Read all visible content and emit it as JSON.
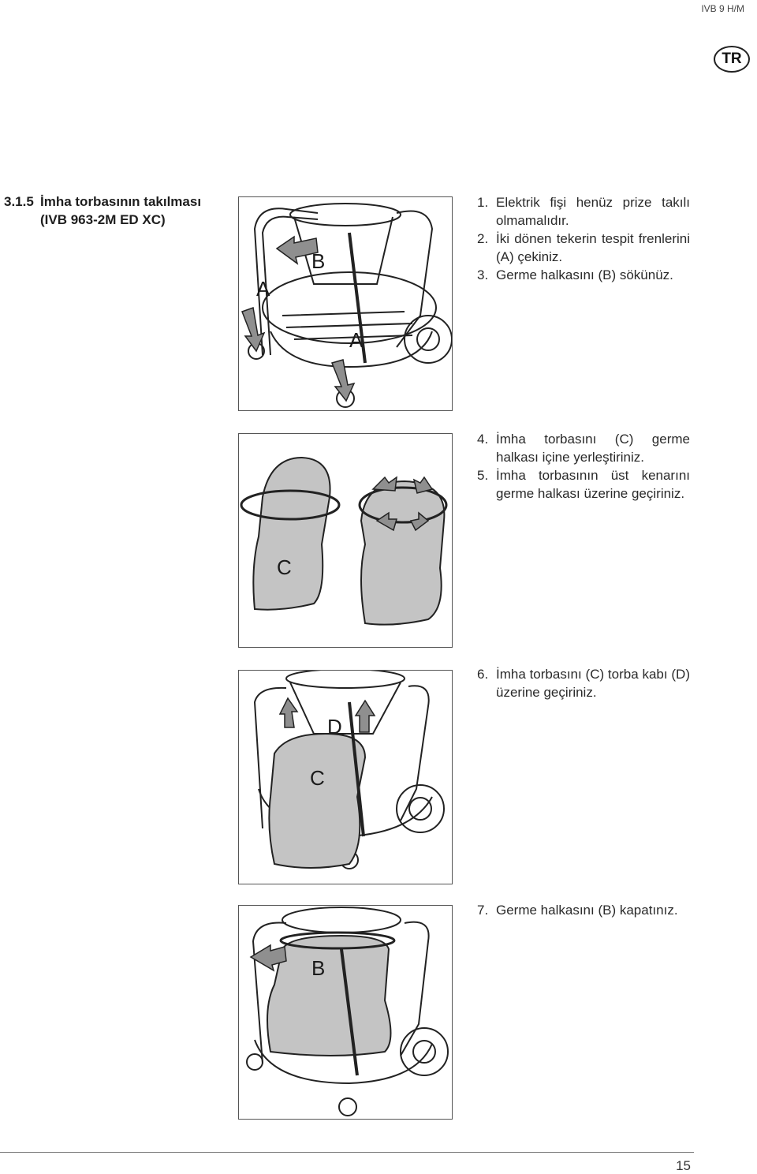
{
  "header": {
    "model": "IVB 9 H/M",
    "language_badge": "TR"
  },
  "section": {
    "number": "3.1.5",
    "title": "İmha torbasının takılması (IVB 963-2M ED XC)"
  },
  "figures": [
    {
      "labels": [
        "A",
        "B",
        "A"
      ]
    },
    {
      "labels": [
        "C"
      ]
    },
    {
      "labels": [
        "D",
        "C"
      ]
    },
    {
      "labels": [
        "B"
      ]
    }
  ],
  "steps": [
    {
      "number": "1.",
      "text": "Elektrik fişi henüz prize takılı olmamalıdır."
    },
    {
      "number": "2.",
      "text": "İki dönen tekerin tespit frenlerini (A) çekiniz."
    },
    {
      "number": "3.",
      "text": "Germe halkasını (B) sökünüz."
    },
    {
      "number": "4.",
      "text": "İmha torbasını (C) germe halkası içine yerleştiriniz."
    },
    {
      "number": "5.",
      "text": "İmha torbasının üst kenarını germe halkası üzerine geçiriniz."
    },
    {
      "number": "6.",
      "text": "İmha torbasını (C) torba kabı (D) üzerine geçiriniz."
    },
    {
      "number": "7.",
      "text": "Germe halkasını (B) kapatınız."
    }
  ],
  "footer": {
    "page_number": "15"
  }
}
